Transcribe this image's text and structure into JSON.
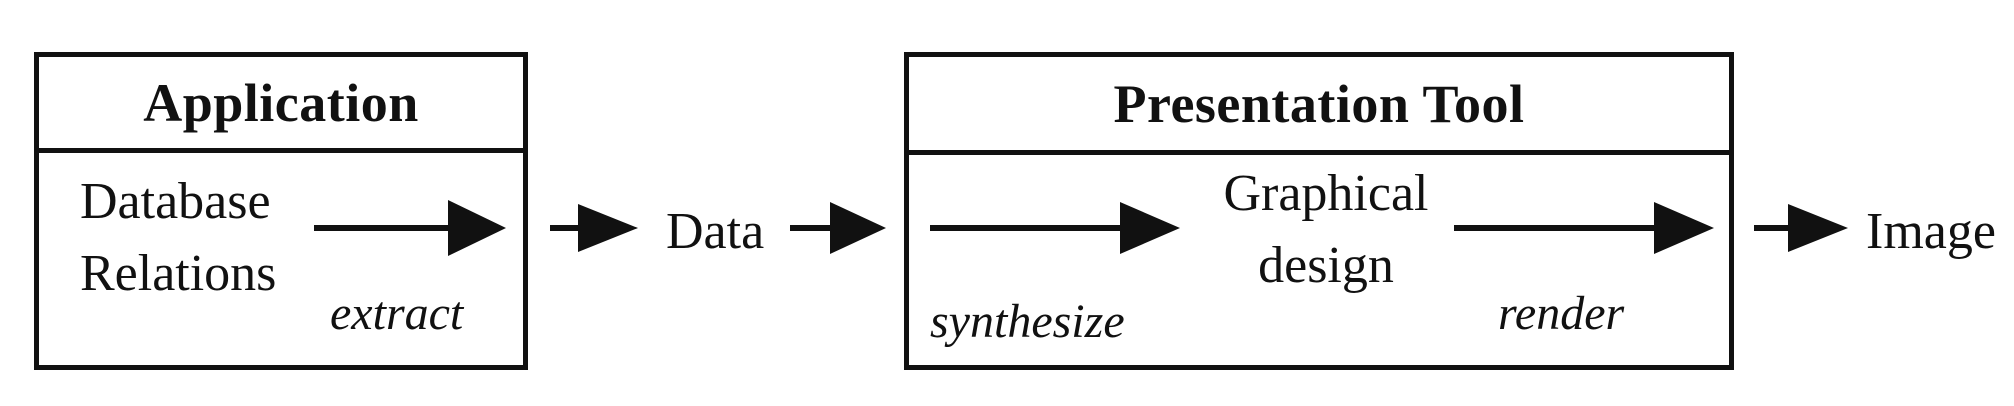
{
  "application": {
    "title": "Application",
    "source_line1": "Database",
    "source_line2": "Relations",
    "action": "extract"
  },
  "data_label": "Data",
  "presentation_tool": {
    "title": "Presentation Tool",
    "action_synthesize": "synthesize",
    "middle_line1": "Graphical",
    "middle_line2": "design",
    "action_render": "render"
  },
  "output_label": "Image",
  "colors": {
    "stroke": "#111111",
    "background": "#ffffff"
  }
}
